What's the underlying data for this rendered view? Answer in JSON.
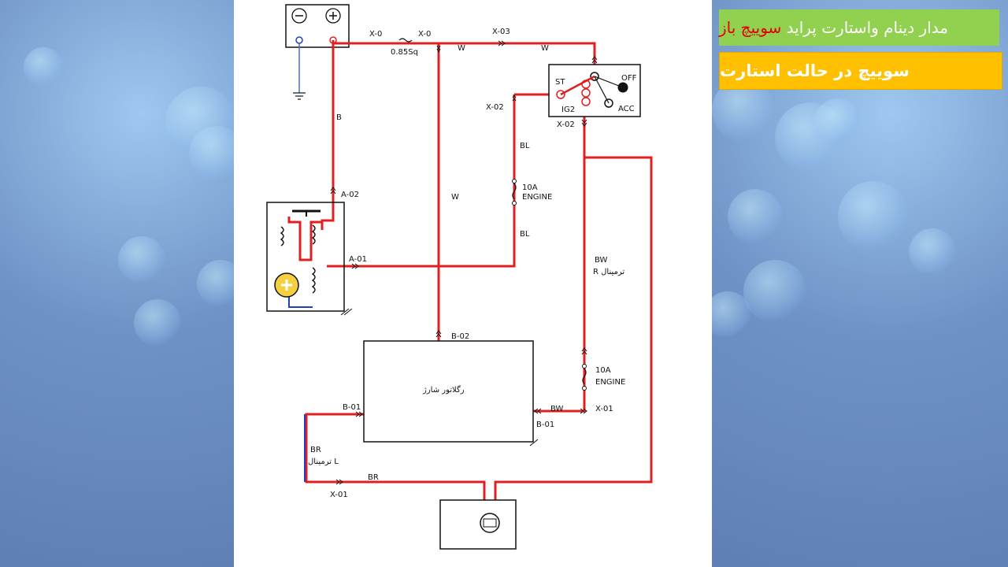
{
  "slide": {
    "title_part1": "مدار دینام واستارت پراید",
    "title_highlight": "سوییچ باز",
    "subtitle": "سوییچ در حالت استارت",
    "colors": {
      "title_bg": "#92d050",
      "subtitle_bg": "#ffc000",
      "wire_active": "#e02020",
      "wire_ground": "#2040c0"
    }
  },
  "diagram": {
    "battery_minus": "⊖",
    "battery_plus": "⊕",
    "labels": {
      "x0_left": "X-0",
      "x0_right": "X-0",
      "x03": "X-03",
      "sq": "0.85Sq",
      "w_top": "W",
      "w_right": "W",
      "b_wire": "B",
      "a02": "A-02",
      "a01": "A-01",
      "x02_left": "X-02",
      "x02_bottom": "X-02",
      "bl_top": "BL",
      "bl_bottom": "BL",
      "fuse1_a": "10A",
      "fuse1_b": "ENGINE",
      "fuse2_a": "10A",
      "fuse2_b": "ENGINE",
      "w_middle": "W",
      "bw_right": "BW",
      "terminal_r": "R ترمینال",
      "b02": "B-02",
      "regulator": "رگلاتور شارژ",
      "b01_left": "B-01",
      "b01_right": "B-01",
      "bw_reg": "BW",
      "x01_right": "X-01",
      "br_left": "BR",
      "terminal_l": "ترمینال L",
      "br_bottom": "BR",
      "x01_bottom": "X-01",
      "sw_st": "ST",
      "sw_off": "OFF",
      "sw_ig2": "IG2",
      "sw_acc": "ACC"
    }
  }
}
